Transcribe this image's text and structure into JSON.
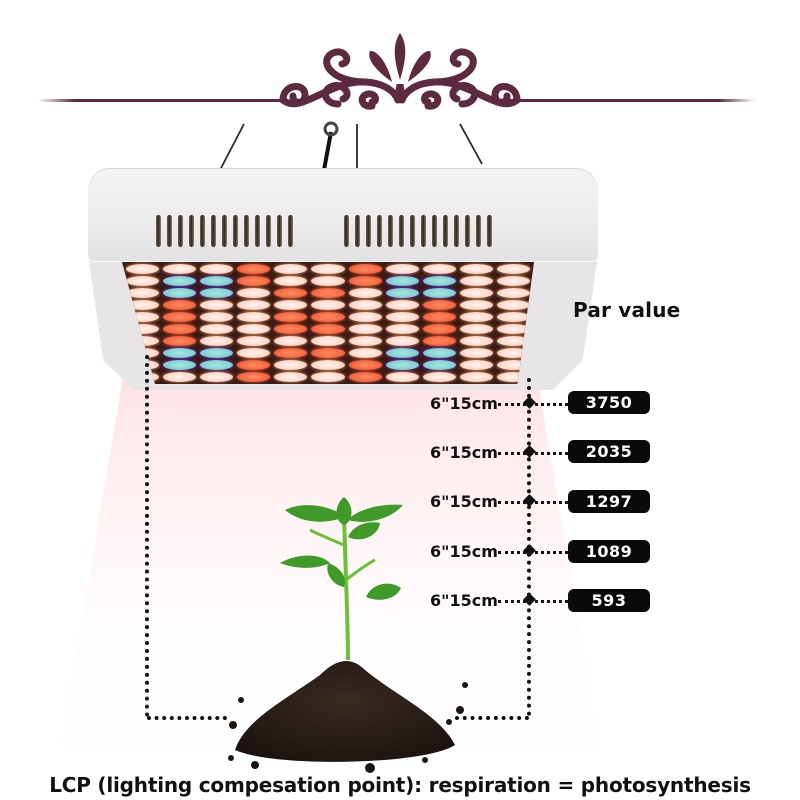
{
  "product": {
    "name": "LED grow light panel",
    "led_grid": {
      "columns": 11,
      "rows": 10,
      "legend": {
        "W": "warm-white",
        "R": "red",
        "B": "blue"
      },
      "pattern": [
        "WWWRWWRWWWW",
        "WBBRWWRBBWW",
        "WBBWRRWBBWW",
        "WRWWWWWWRWW",
        "WRWWRRWWRWW",
        "WRWWRRWWRWW",
        "WRWWWWWWRWW",
        "WBBWRRWBBWW",
        "WBBRWWRBBWW",
        "WWWRWWRWWWW"
      ]
    }
  },
  "par": {
    "title": "Par value",
    "rows": [
      {
        "distance": "6\"15cm",
        "value": "3750"
      },
      {
        "distance": "6\"15cm",
        "value": "2035"
      },
      {
        "distance": "6\"15cm",
        "value": "1297"
      },
      {
        "distance": "6\"15cm",
        "value": "1089"
      },
      {
        "distance": "6\"15cm",
        "value": "593"
      }
    ]
  },
  "footer": {
    "text": "LCP (lighting compesation point): respiration = photosynthesis"
  },
  "colors": {
    "ornament": "#5e2a3f",
    "badge_bg": "#0a0a0a",
    "badge_text": "#ffffff",
    "text": "#111111",
    "glow": "#ffb0b5",
    "led_red": "#f2643c",
    "led_blue": "#7fd0d2",
    "led_white": "#ffd9cc"
  }
}
